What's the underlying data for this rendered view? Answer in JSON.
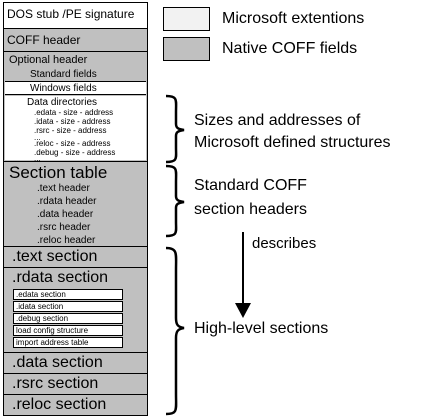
{
  "legend": {
    "microsoft": {
      "label": "Microsoft extentions",
      "color": "#f2f2f2"
    },
    "native": {
      "label": "Native COFF fields",
      "color": "#c0c0c0"
    }
  },
  "structure": {
    "dos_stub": "DOS stub /PE signature",
    "coff_header": "COFF header",
    "optional_header": {
      "title": "Optional header",
      "standard_fields": "Standard fields",
      "windows_fields": "Windows fields",
      "data_directories": {
        "title": "Data directories",
        "items": [
          ".edata - size - address",
          ".idata - size - address",
          ".rsrc - size - address",
          "...",
          ".reloc - size - address",
          ".debug - size - address",
          "..."
        ]
      }
    },
    "section_table": {
      "title": "Section table",
      "items": [
        ".text header",
        ".rdata header",
        ".data header",
        ".rsrc header",
        ".reloc header"
      ]
    },
    "text_section": ".text section",
    "rdata_section": {
      "title": ".rdata section",
      "items": [
        ".edata section",
        ".idata section",
        ".debug section",
        "load config structure",
        "import address table"
      ]
    },
    "data_section": ".data section",
    "rsrc_section": ".rsrc section",
    "reloc_section": ".reloc section"
  },
  "annotations": {
    "data_dirs": [
      "Sizes and addresses of",
      "Microsoft defined structures"
    ],
    "section_table": [
      "Standard COFF",
      "section headers"
    ],
    "arrow": "describes",
    "sections": "High-level sections"
  },
  "colors": {
    "native": "#c0c0c0",
    "microsoft": "#f2f2f2",
    "line": "#000000"
  }
}
